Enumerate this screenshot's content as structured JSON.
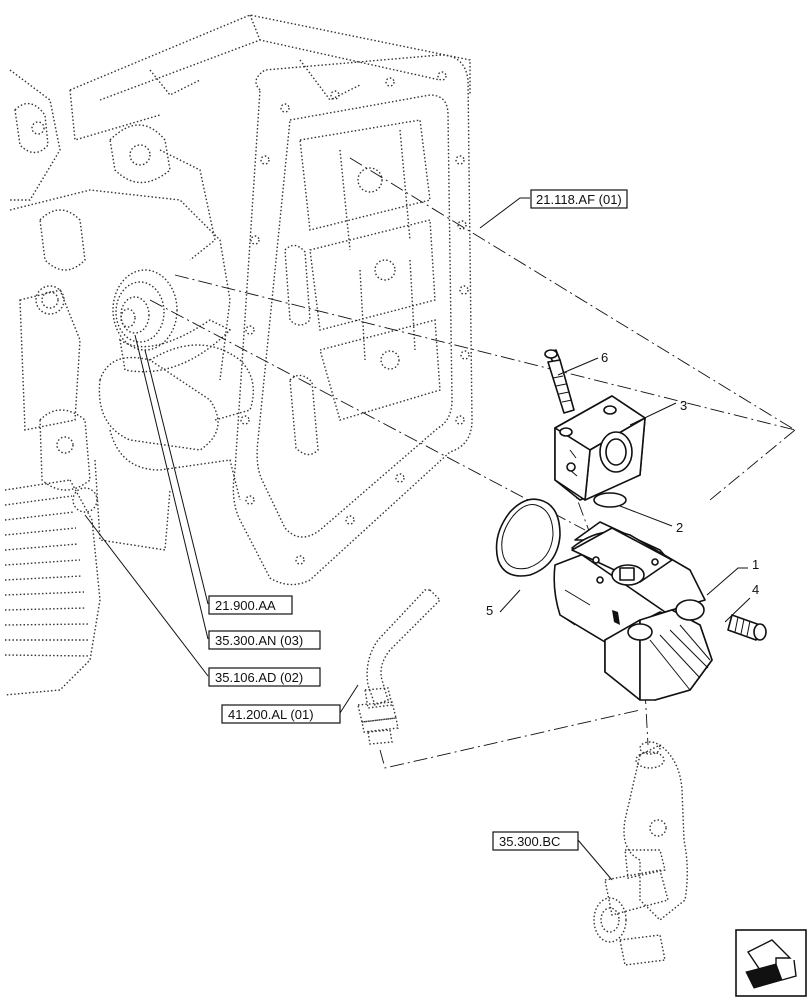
{
  "references": {
    "r1": "21.118.AF (01)",
    "r2": "21.900.AA",
    "r3": "35.300.AN (03)",
    "r4": "35.106.AD (02)",
    "r5": "41.200.AL (01)",
    "r6": "35.300.BC"
  },
  "callouts": {
    "c1": "1",
    "c2": "2",
    "c3": "3",
    "c4": "4",
    "c5": "5",
    "c6": "6"
  },
  "nav_icon": "next-page-arrow-icon"
}
